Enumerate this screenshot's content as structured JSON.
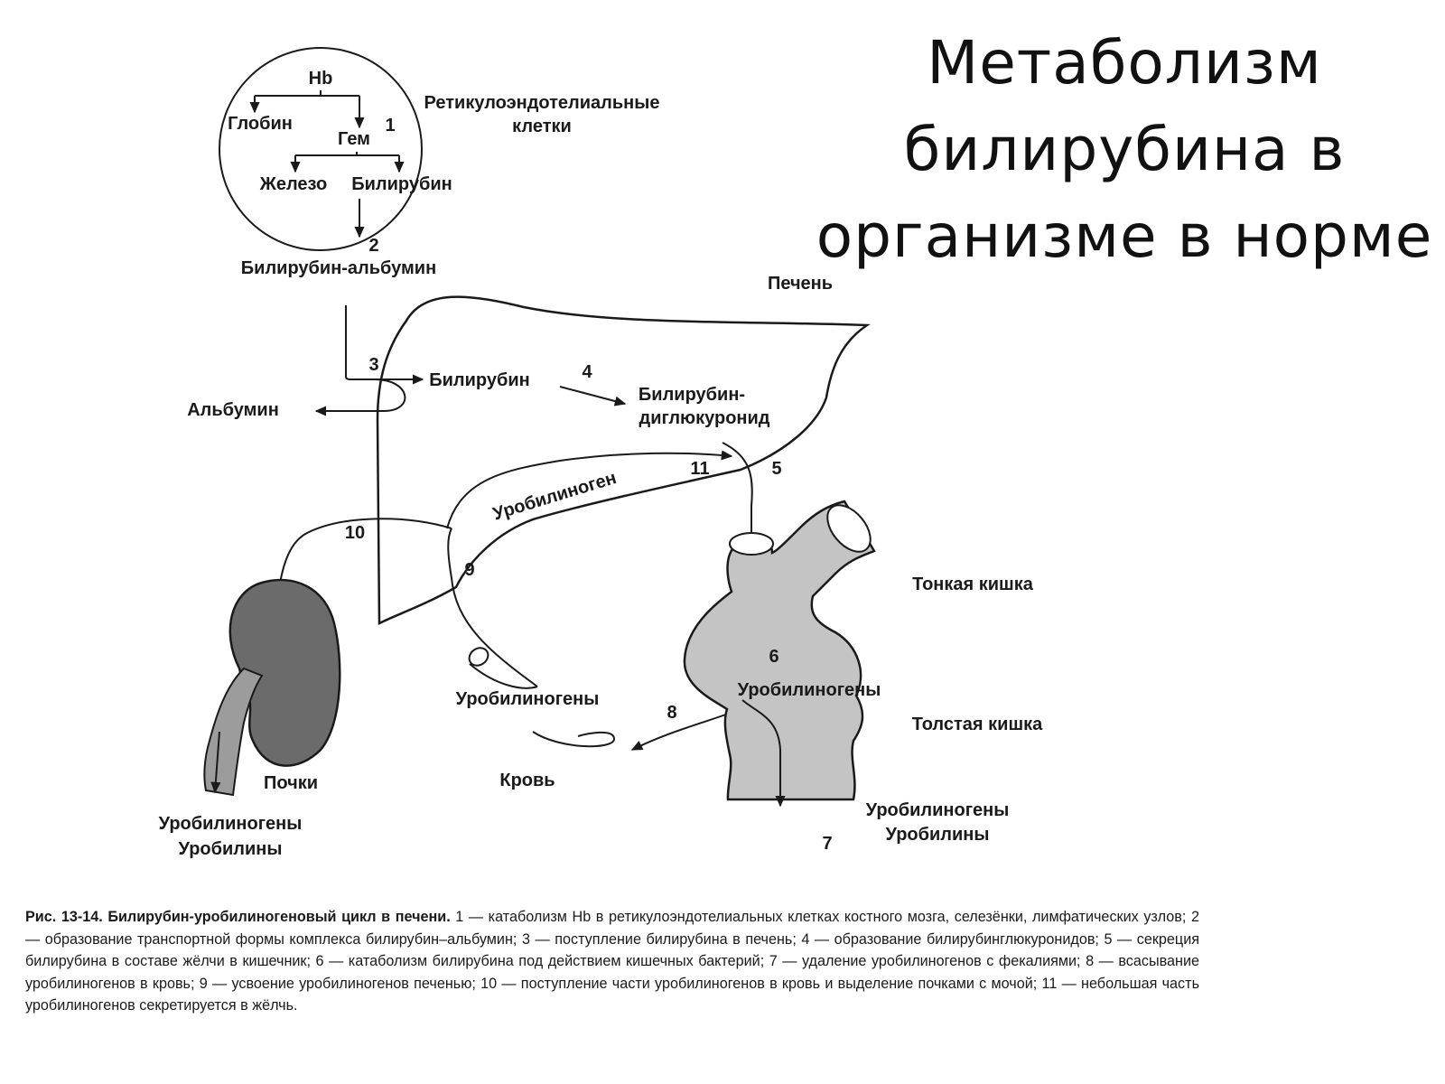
{
  "slide": {
    "title": "Метаболизм\nбилирубина в\nорганизме в норме"
  },
  "diagram": {
    "labels": {
      "hb": "Hb",
      "globin": "Глобин",
      "gem": "Гем",
      "iron": "Железо",
      "bilirubin_top": "Билирубин",
      "reticulo_1": "Ретикулоэндотелиальные",
      "reticulo_2": "клетки",
      "bilirubin_albumin": "Билирубин-альбумин",
      "liver": "Печень",
      "albumin": "Альбумин",
      "bilirubin_liver": "Билирубин",
      "bdg_1": "Билирубин-",
      "bdg_2": "диглюкуронид",
      "urobilinogen_liver": "Уробилиноген",
      "small_intestine": "Тонкая кишка",
      "large_intestine": "Толстая кишка",
      "urobilinogens_gut": "Уробилиногены",
      "urobilinogens_blood": "Уробилиногены",
      "blood": "Кровь",
      "kidneys": "Почки",
      "urobilinogens_urine": "Уробилиногены",
      "urobilins_urine": "Уробилины",
      "urobilinogens_feces": "Уробилиногены",
      "urobilins_feces": "Уробилины"
    },
    "numbers": {
      "n1": "1",
      "n2": "2",
      "n3": "3",
      "n4": "4",
      "n5": "5",
      "n6": "6",
      "n7": "7",
      "n8": "8",
      "n9": "9",
      "n10": "10",
      "n11": "11"
    }
  },
  "caption": {
    "bold": "Рис. 13-14. Билирубин-уробилиногеновый цикл в печени.",
    "text": " 1 — катаболизм Hb в ретикулоэндотелиальных клетках костного мозга, селезёнки, лимфатических узлов; 2 — образование транспортной формы комплекса билирубин–альбумин; 3 — поступление билирубина в печень; 4 — образование билирубинглюкуронидов; 5 — секреция билирубина в составе жёлчи в кишечник; 6 — катаболизм билирубина под действием кишечных бактерий; 7 — удаление уробилиногенов с фекалиями; 8 — всасывание уробилиногенов в кровь; 9 — усвоение уробилиногенов печенью; 10 — поступление части уробилиногенов в кровь и выделение почками с мочой; 11 — небольшая часть уробилиногенов секретируется в жёлчь."
  },
  "colors": {
    "intestine_fill": "#c4c4c4",
    "kidney_fill": "#6b6b6b",
    "ureter_fill": "#9c9c9c",
    "line": "#1a1a1a"
  }
}
